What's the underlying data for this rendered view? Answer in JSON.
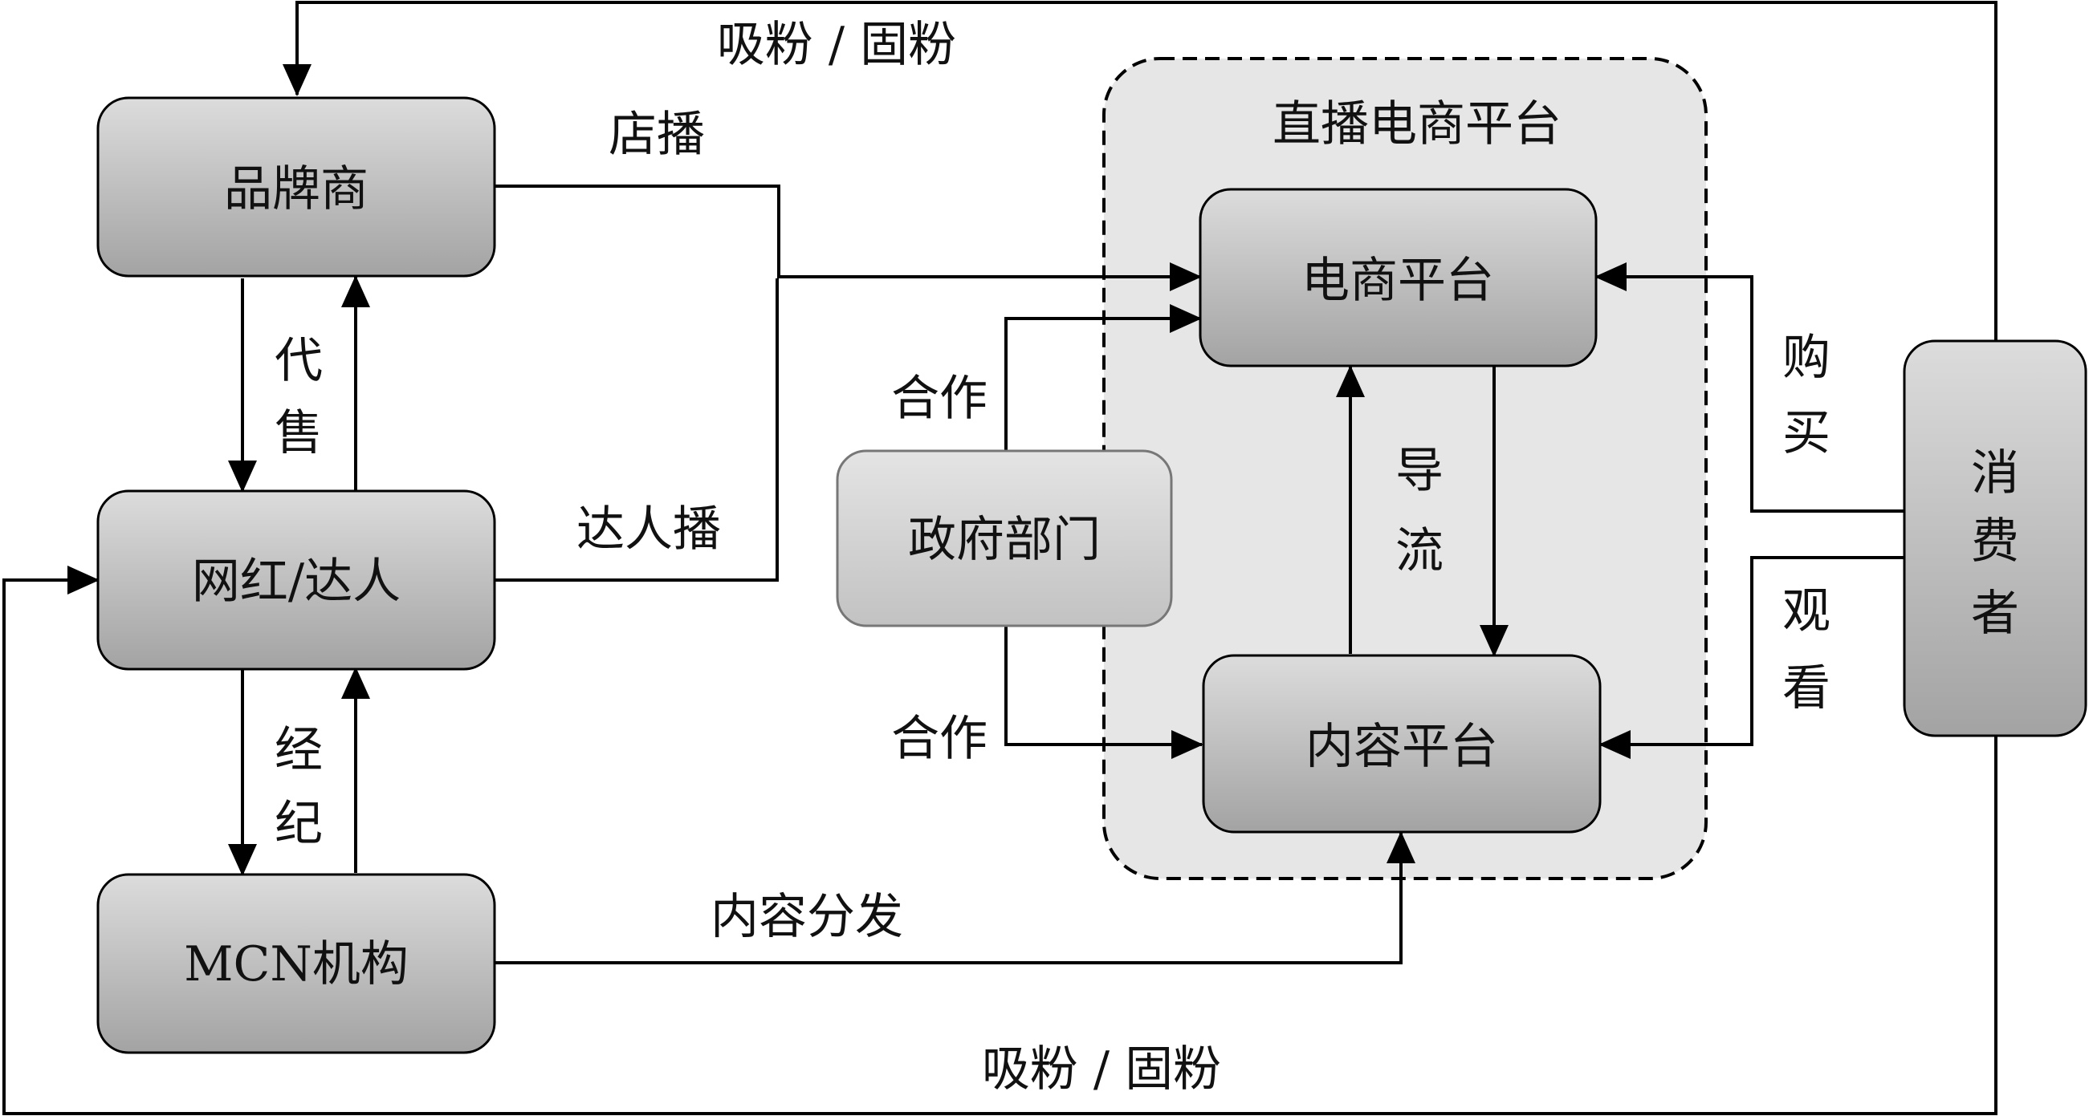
{
  "diagram": {
    "group": {
      "label": "直播电商平台"
    },
    "nodes": {
      "brand": "品牌商",
      "influencer": "网红/达人",
      "mcn": "MCN机构",
      "government": "政府部门",
      "ecommerce": "电商平台",
      "content": "内容平台",
      "consumer": [
        "消",
        "费",
        "者"
      ]
    },
    "edges": {
      "top_fans": "吸粉 / 固粉",
      "bottom_fans": "吸粉 / 固粉",
      "store_broadcast": "店播",
      "influencer_broadcast": "达人播",
      "agency_sale": [
        "代",
        "售"
      ],
      "brokerage": [
        "经",
        "纪"
      ],
      "cooperation_upper": "合作",
      "cooperation_lower": "合作",
      "traffic_guide": [
        "导",
        "流"
      ],
      "purchase": [
        "购",
        "买"
      ],
      "watch": [
        "观",
        "看"
      ],
      "content_distribution": "内容分发"
    },
    "colors": {
      "node_fill_top": "#d9d9d9",
      "node_fill_bottom": "#a6a6a6",
      "gov_fill_top": "#e2e2e2",
      "gov_fill_bottom": "#c3c3c3",
      "group_fill": "#e6e6e6",
      "stroke": "#000000"
    }
  }
}
